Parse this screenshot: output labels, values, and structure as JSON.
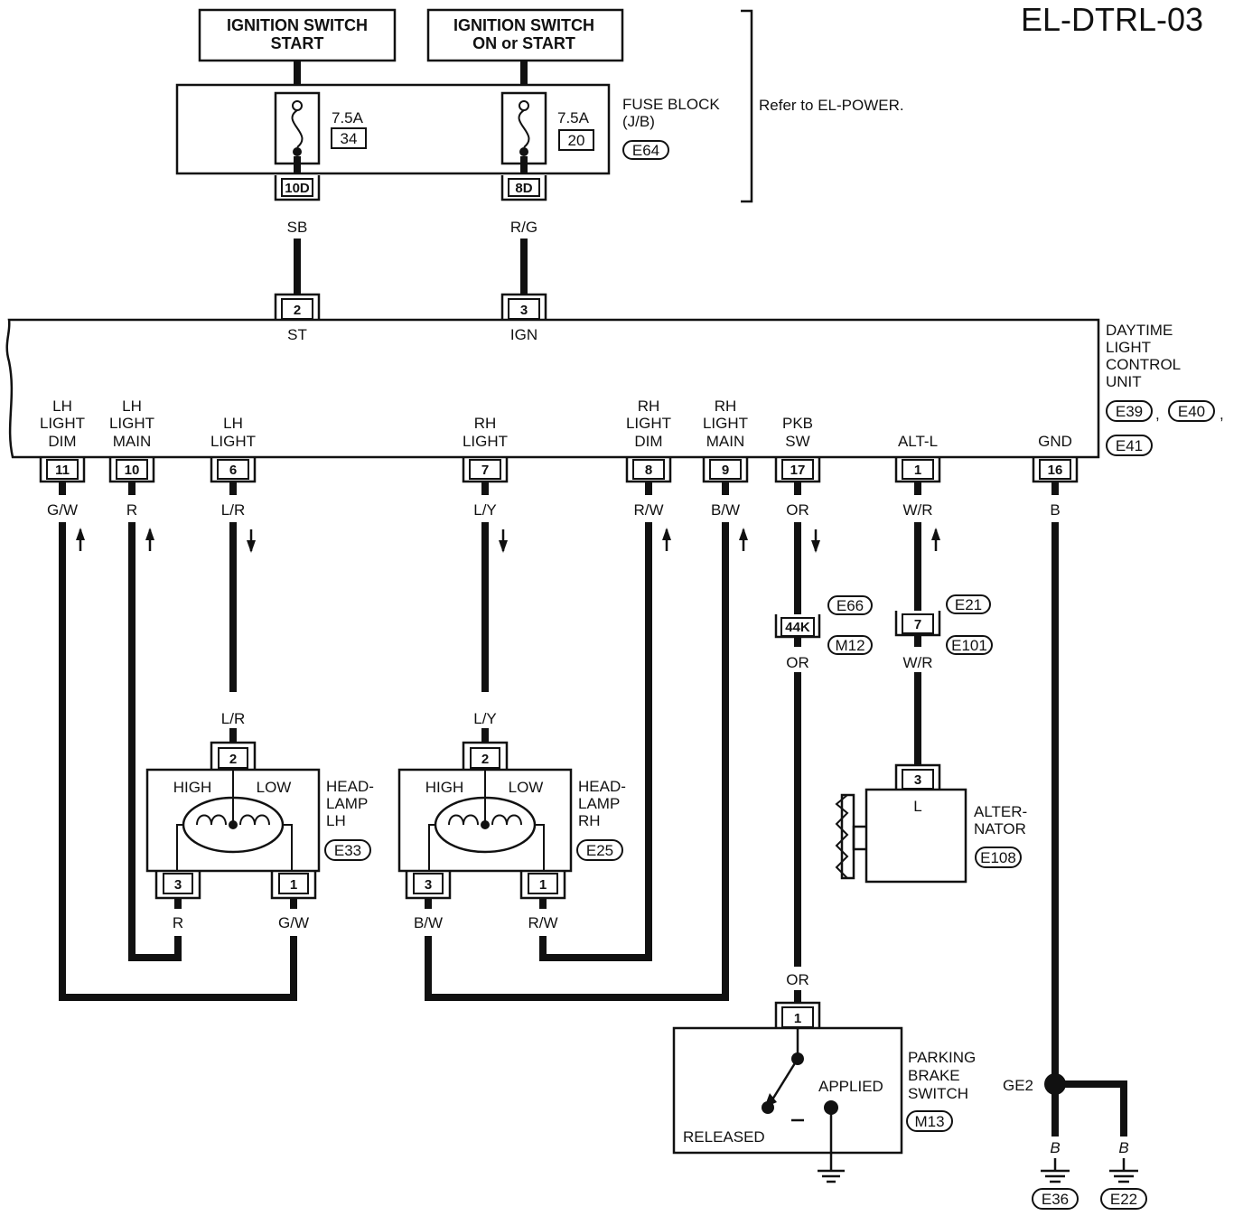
{
  "page_code": "EL-DTRL-03",
  "power_sources": [
    {
      "line1": "IGNITION SWITCH",
      "line2": "START"
    },
    {
      "line1": "IGNITION SWITCH",
      "line2": "ON or START"
    }
  ],
  "fuse_block": {
    "label": "FUSE BLOCK",
    "sub": "(J/B)",
    "connector": "E64",
    "fuses": [
      {
        "rating": "7.5A",
        "number": "34",
        "terminal": "10D",
        "wire": "SB"
      },
      {
        "rating": "7.5A",
        "number": "20",
        "terminal": "8D",
        "wire": "R/G"
      }
    ]
  },
  "refer_note": "Refer to EL-POWER.",
  "control_unit": {
    "name_lines": [
      "DAYTIME",
      "LIGHT",
      "CONTROL",
      "UNIT"
    ],
    "connectors": [
      "E39",
      "E40",
      "E41"
    ],
    "top_pins": [
      {
        "pin": "2",
        "label": "ST"
      },
      {
        "pin": "3",
        "label": "IGN"
      }
    ],
    "bottom_pins": [
      {
        "pin": "11",
        "label1": "LH",
        "label2": "LIGHT",
        "label3": "DIM",
        "wire": "G/W",
        "arrow": "up"
      },
      {
        "pin": "10",
        "label1": "LH",
        "label2": "LIGHT",
        "label3": "MAIN",
        "wire": "R",
        "arrow": "up"
      },
      {
        "pin": "6",
        "label1": "",
        "label2": "LH",
        "label3": "LIGHT",
        "wire": "L/R",
        "arrow": "down"
      },
      {
        "pin": "7",
        "label1": "",
        "label2": "RH",
        "label3": "LIGHT",
        "wire": "L/Y",
        "arrow": "down"
      },
      {
        "pin": "8",
        "label1": "RH",
        "label2": "LIGHT",
        "label3": "DIM",
        "wire": "R/W",
        "arrow": "up"
      },
      {
        "pin": "9",
        "label1": "RH",
        "label2": "LIGHT",
        "label3": "MAIN",
        "wire": "B/W",
        "arrow": "up"
      },
      {
        "pin": "17",
        "label1": "",
        "label2": "PKB",
        "label3": "SW",
        "wire": "OR",
        "arrow": "down"
      },
      {
        "pin": "1",
        "label1": "",
        "label2": "",
        "label3": "ALT-L",
        "wire": "W/R",
        "arrow": "up"
      },
      {
        "pin": "16",
        "label1": "",
        "label2": "",
        "label3": "GND",
        "wire": "B",
        "arrow": ""
      }
    ]
  },
  "headlamp_lh": {
    "name1": "HEAD-",
    "name2": "LAMP",
    "name3": "LH",
    "connector": "E33",
    "high": "HIGH",
    "low": "LOW",
    "pin_top": "2",
    "wire_top": "L/R",
    "pin_left": "3",
    "wire_left": "R",
    "pin_right": "1",
    "wire_right": "G/W"
  },
  "headlamp_rh": {
    "name1": "HEAD-",
    "name2": "LAMP",
    "name3": "RH",
    "connector": "E25",
    "high": "HIGH",
    "low": "LOW",
    "pin_top": "2",
    "wire_top": "L/Y",
    "pin_left": "3",
    "wire_left": "B/W",
    "pin_right": "1",
    "wire_right": "R/W"
  },
  "junction_44k": {
    "pin": "44K",
    "conn_top": "E66",
    "conn_bottom": "M12",
    "wire_after": "OR"
  },
  "junction_7": {
    "pin": "7",
    "conn_top": "E21",
    "conn_bottom": "E101",
    "wire_after": "W/R"
  },
  "alternator": {
    "name1": "ALTER-",
    "name2": "NATOR",
    "connector": "E108",
    "pin": "3",
    "terminal": "L"
  },
  "parking_brake": {
    "wire_in": "OR",
    "pin": "1",
    "name1": "PARKING",
    "name2": "BRAKE",
    "name3": "SWITCH",
    "connector": "M13",
    "applied": "APPLIED",
    "released": "RELEASED"
  },
  "ground": {
    "point": "GE2",
    "wire_left": "B",
    "wire_right": "B",
    "conn_left": "E36",
    "conn_right": "E22"
  }
}
